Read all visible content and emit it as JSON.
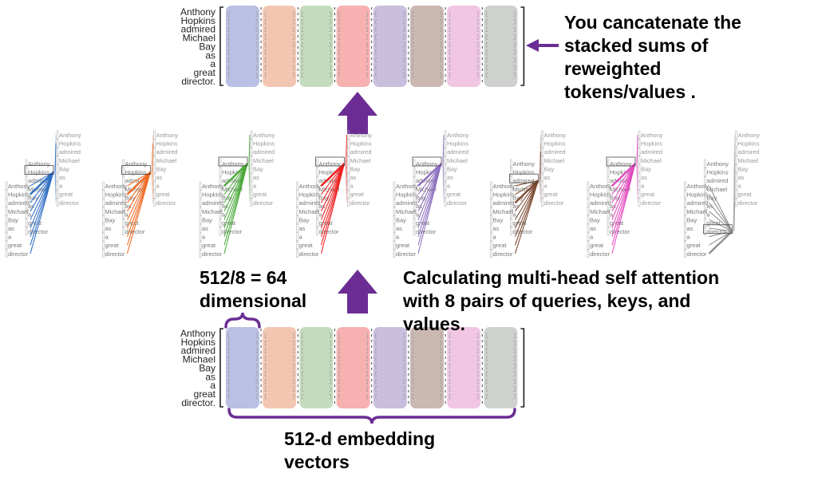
{
  "tokens": [
    "Anthony",
    "Hopkins",
    "admired",
    "Michael",
    "Bay",
    "as",
    "a",
    "great",
    "director."
  ],
  "mini_tokens": [
    "Anthony",
    "Hopkins",
    "admired",
    "Michael",
    "Bay",
    "as",
    "a",
    "great",
    "director"
  ],
  "output_caption": [
    "You cancatenate the",
    "stacked sums of",
    "reweighted",
    "tokens/values ."
  ],
  "multihead_caption": [
    "Calculating multi-head self attention",
    "with 8 pairs of queries, keys, and",
    "values."
  ],
  "head_dim_caption": [
    "512/8 = 64",
    "dimensional"
  ],
  "embedding_caption": [
    "512-d embedding",
    "vectors"
  ],
  "colors": {
    "heads": [
      "#b9c0e3",
      "#f3c6b2",
      "#c4dcbd",
      "#f7b1b1",
      "#c9bedd",
      "#cab8b1",
      "#f0c6e3",
      "#cfd1ce"
    ],
    "head_lines": [
      "#2f6fc4",
      "#f06b23",
      "#4caa3a",
      "#ee2020",
      "#8e72c0",
      "#7c4a32",
      "#e34bc0",
      "#8f918e"
    ],
    "purple": "#6b2d94",
    "bracket": "#222222",
    "mini_text": "#777777"
  },
  "heads_count": 8
}
